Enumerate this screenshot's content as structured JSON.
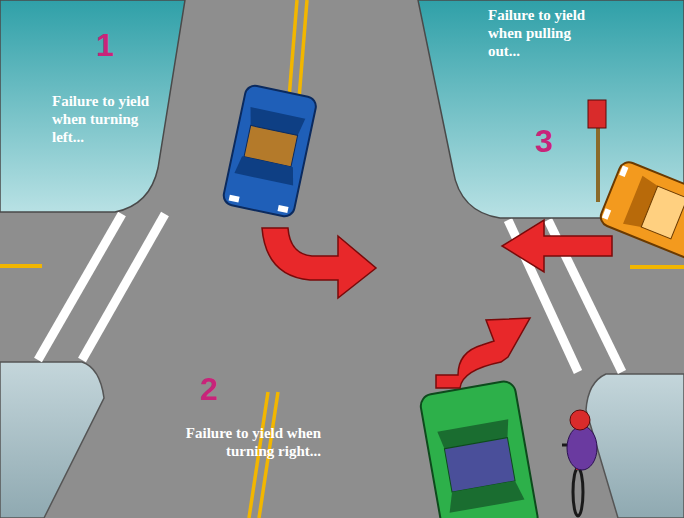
{
  "diagram": {
    "nodes": [
      {
        "text": [
          "1",
          "Failure to yield when turning left..."
        ]
      },
      {
        "text": [
          "Failure to yield when pulling out...",
          "3"
        ]
      }
    ],
    "labels": [
      "2",
      "Failure to yield when turning right..."
    ]
  }
}
